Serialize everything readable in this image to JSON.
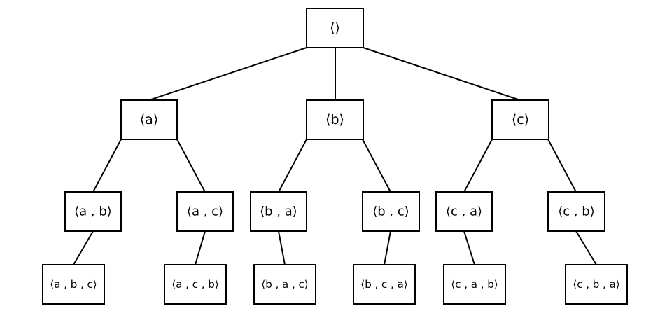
{
  "tree": {
    "root": {
      "label": "⟨⟩",
      "children": [
        {
          "label": "⟨a⟩",
          "children": [
            {
              "label": "⟨a , b⟩",
              "children": [
                {
                  "label": "⟨a , b , c⟩",
                  "children": []
                }
              ]
            },
            {
              "label": "⟨a , c⟩",
              "children": [
                {
                  "label": "⟨a , c , b⟩",
                  "children": []
                }
              ]
            }
          ]
        },
        {
          "label": "⟨b⟩",
          "children": [
            {
              "label": "⟨b , a⟩",
              "children": [
                {
                  "label": "⟨b , a , c⟩",
                  "children": []
                }
              ]
            },
            {
              "label": "⟨b , c⟩",
              "children": [
                {
                  "label": "⟨b , c , a⟩",
                  "children": []
                }
              ]
            }
          ]
        },
        {
          "label": "⟨c⟩",
          "children": [
            {
              "label": "⟨c , a⟩",
              "children": [
                {
                  "label": "⟨c , a , b⟩",
                  "children": []
                }
              ]
            },
            {
              "label": "⟨c , b⟩",
              "children": [
                {
                  "label": "⟨c , b , a⟩",
                  "children": []
                }
              ]
            }
          ]
        }
      ]
    }
  }
}
